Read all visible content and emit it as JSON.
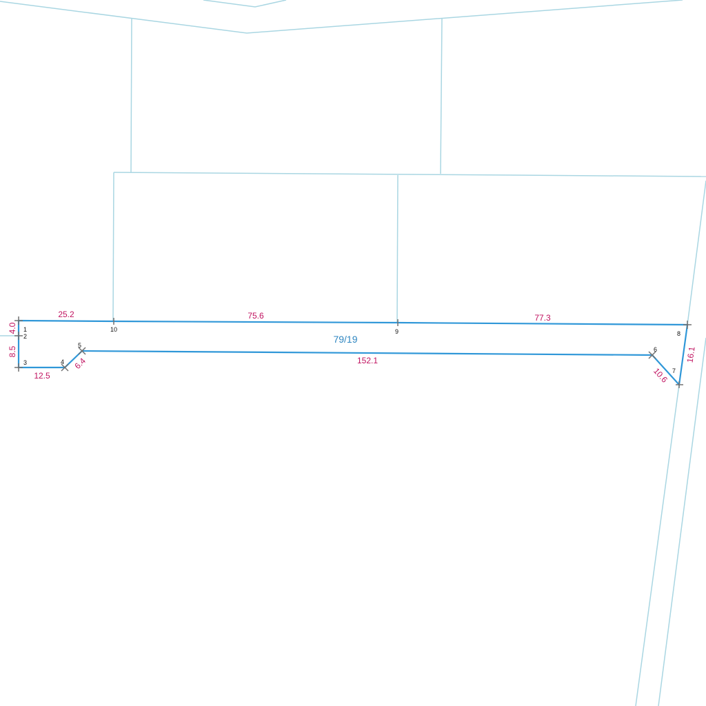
{
  "parcel": {
    "id": "79/19",
    "color": "#2f97d8"
  },
  "points": [
    "1",
    "2",
    "3",
    "4",
    "5",
    "6",
    "7",
    "8",
    "9",
    "10"
  ],
  "lengths": {
    "p1_p10": "25.2",
    "p10_p9": "75.6",
    "p9_p8": "77.3",
    "p8_p7": "16.1",
    "p7_p6": "10.6",
    "p6_p5": "152.1",
    "p5_p4": "6.4",
    "p4_p3": "12.5",
    "p3_p2": "8.5",
    "p2_p1": "4.0"
  },
  "colors": {
    "length_label": "#c0115f",
    "neighbor_lines": "#a9d6e2",
    "vertex_marker": "#707070"
  }
}
